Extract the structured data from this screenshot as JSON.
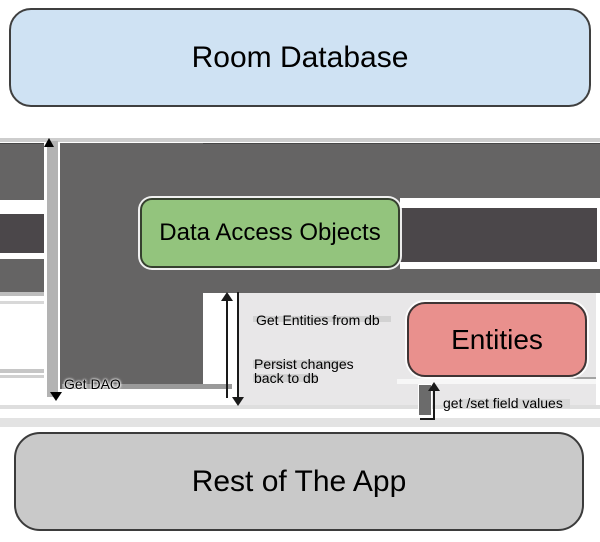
{
  "diagram": {
    "title": "Room database architecture diagram",
    "nodes": {
      "room_database": {
        "label": "Room Database",
        "fill": "#cfe2f3"
      },
      "dao": {
        "label": "Data Access Objects",
        "fill": "#93c47d"
      },
      "entities": {
        "label": "Entities",
        "fill": "#e9908d"
      },
      "rest_of_app": {
        "label": "Rest of The App",
        "fill": "#c9c9c9"
      }
    },
    "edges": {
      "get_dao": {
        "label": "Get DAO"
      },
      "get_entities": {
        "label": "Get Entities from db"
      },
      "persist": {
        "label": "Persist changes back to db"
      },
      "get_set": {
        "label": "get /set field values"
      }
    },
    "colors": {
      "dark_gray_band": "#656464",
      "darker_gray_band": "#4b474a",
      "light_bar": "#b3b3b3",
      "panel_gray": "#e8e7e8"
    }
  }
}
